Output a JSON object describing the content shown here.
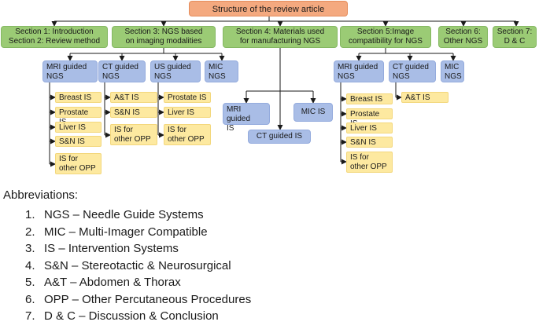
{
  "diagram": {
    "root": "Structure of the review article",
    "sections": {
      "s12": "Section 1: Introduction\nSection 2: Review method",
      "s3": "Section 3: NGS based\non imaging modalities",
      "s4": "Section 4: Materials used\nfor manufacturing NGS",
      "s5": "Section 5:Image\ncompatibility for NGS",
      "s6": "Section 6:\nOther NGS",
      "s7": "Section 7:\nD & C"
    },
    "s3": {
      "mri": "MRI guided\nNGS",
      "ct": "CT guided\nNGS",
      "us": "US guided\nNGS",
      "mic": "MIC\nNGS",
      "mri_items": [
        "Breast IS",
        "Prostate IS",
        "Liver IS",
        "S&N IS",
        "IS for\nother OPP"
      ],
      "ct_items": [
        "A&T IS",
        "S&N IS",
        "IS for\nother OPP"
      ],
      "us_items": [
        "Prostate IS",
        "Liver IS",
        "IS for\nother OPP"
      ]
    },
    "s4": {
      "mri": "MRI guided\nIS",
      "mic": "MIC IS",
      "ct": "CT guided IS"
    },
    "s5": {
      "mri": "MRI guided\nNGS",
      "ct": "CT guided\nNGS",
      "mic": "MIC\nNGS",
      "mri_items": [
        "Breast IS",
        "Prostate IS",
        "Liver IS",
        "S&N IS",
        "IS for\nother OPP"
      ],
      "ct_items": [
        "A&T IS"
      ]
    },
    "colors": {
      "root": "#f4a97f",
      "section": "#9bcb75",
      "subgroup": "#a9bde6",
      "leaf": "#fde9a0",
      "line": "#1a1a1a"
    }
  },
  "abbreviations": {
    "title": "Abbreviations:",
    "items": [
      {
        "num": "1.",
        "text": "NGS – Needle Guide Systems"
      },
      {
        "num": "2.",
        "text": "MIC – Multi-Imager Compatible"
      },
      {
        "num": "3.",
        "text": "IS – Intervention Systems"
      },
      {
        "num": "4.",
        "text": "S&N – Stereotactic & Neurosurgical"
      },
      {
        "num": "5.",
        "text": "A&T – Abdomen & Thorax"
      },
      {
        "num": "6.",
        "text": "OPP – Other Percutaneous Procedures"
      },
      {
        "num": "7.",
        "text": "D & C – Discussion & Conclusion"
      }
    ]
  }
}
